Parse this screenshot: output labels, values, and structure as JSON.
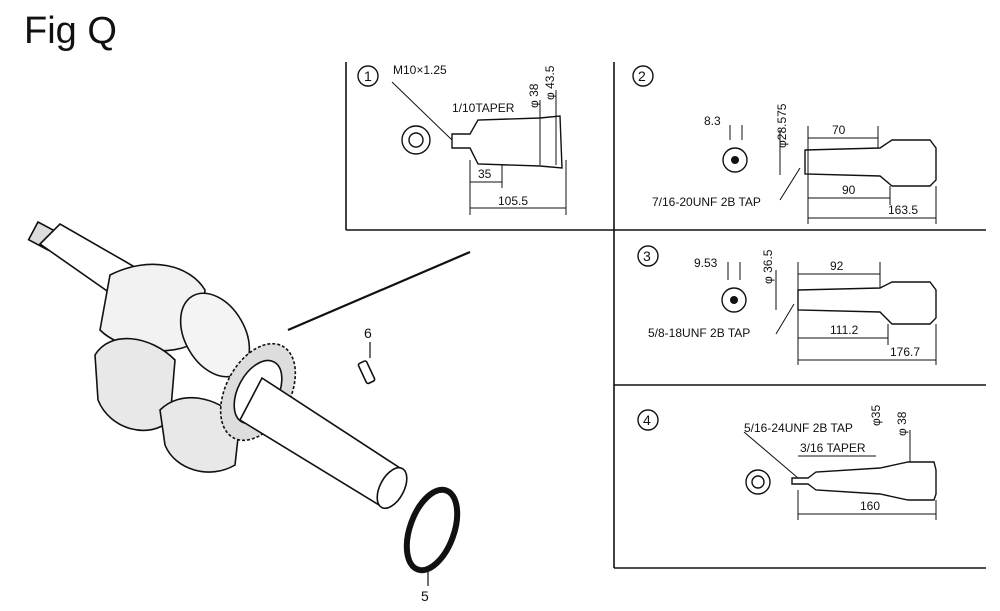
{
  "figure": {
    "title": "Fig Q",
    "callouts": {
      "key": "6",
      "washer": "5"
    }
  },
  "panels": [
    {
      "num": "1",
      "dims": [
        "M10×1.25",
        "1/10TAPER",
        "φ 38",
        "φ 43.5",
        "35",
        "105.5"
      ]
    },
    {
      "num": "2",
      "dims": [
        "8.3",
        "φ28.575",
        "70",
        "7/16-20UNF 2B TAP",
        "90",
        "163.5"
      ]
    },
    {
      "num": "3",
      "dims": [
        "9.53",
        "φ 36.5",
        "92",
        "5/8-18UNF 2B TAP",
        "111.2",
        "176.7"
      ]
    },
    {
      "num": "4",
      "dims": [
        "5/16-24UNF 2B TAP",
        "φ35",
        "φ 38",
        "3/16 TAPER",
        "160"
      ]
    }
  ]
}
